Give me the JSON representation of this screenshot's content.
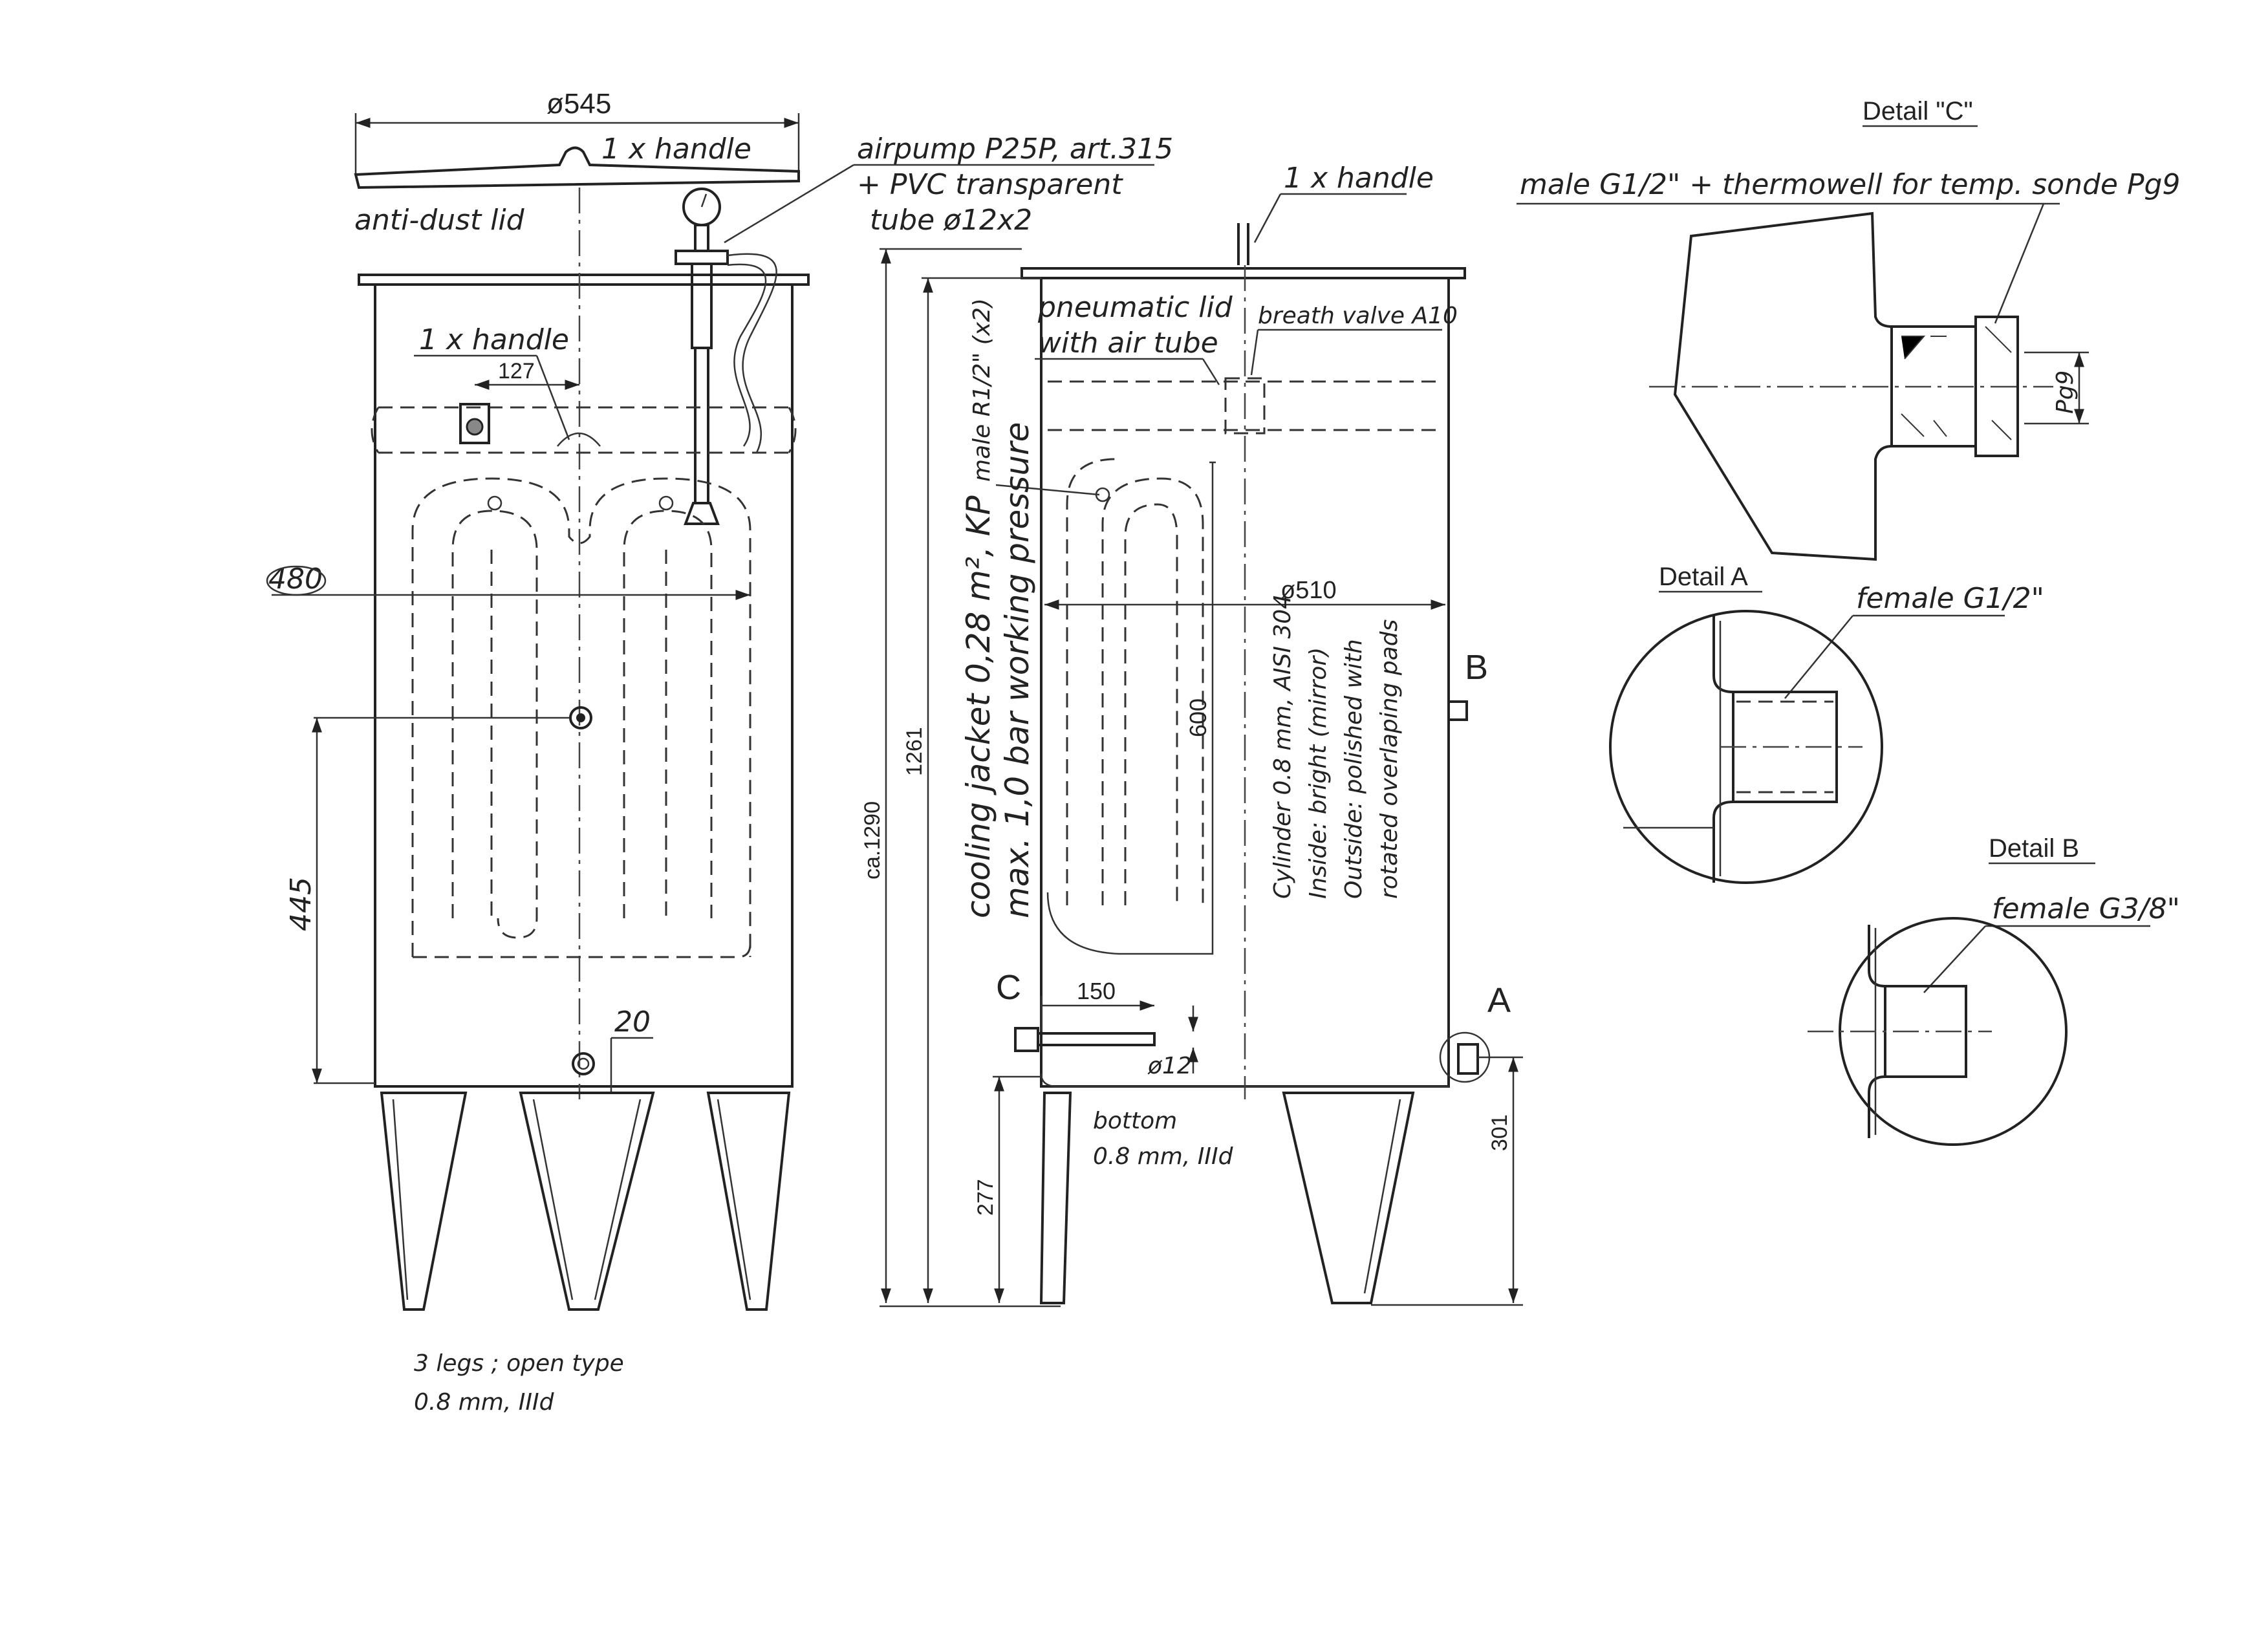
{
  "left_view": {
    "dim_lid_diameter": "ø545",
    "label_lid_handle": "1 x handle",
    "label_anti_dust_lid": "anti-dust lid",
    "label_airpump_line1": "airpump P25P, art.315",
    "label_airpump_line2": "+ PVC transparent",
    "label_airpump_line3": "tube ø12x2",
    "label_handle": "1 x handle",
    "dim_127": "127",
    "dim_480": "480",
    "dim_445": "445",
    "dim_20": "20",
    "label_legs_line1": "3 legs ; open type",
    "label_legs_line2": "0.8 mm, IIId"
  },
  "right_view": {
    "label_top_handle": "1 x handle",
    "label_pneumatic_line1": "pneumatic lid",
    "label_pneumatic_line2": "with air tube",
    "label_breath_valve": "breath valve  A10",
    "label_male_r12": "male R1/2\" (x2)",
    "label_jacket_line1": "cooling jacket 0,28 m², KP",
    "label_jacket_line2": "max. 1,0 bar working pressure",
    "dim_1290": "ca.1290",
    "dim_1261": "1261",
    "dim_600": "600",
    "dim_510": "ø510",
    "label_cyl_line1": "Cylinder 0.8 mm, AISI 304",
    "label_cyl_line2": "Inside: bright (mirror)",
    "label_cyl_line3": "Outside: polished with",
    "label_cyl_line4": "rotated overlaping pads",
    "marker_b": "B",
    "marker_a": "A",
    "marker_c": "C",
    "dim_150": "150",
    "dim_12": "ø12",
    "label_bottom_line1": "bottom",
    "label_bottom_line2": "0.8 mm, IIId",
    "dim_277": "277",
    "dim_301": "301"
  },
  "details": {
    "detail_c_title": "Detail \"C\"",
    "detail_c_label": "male G1/2\" + thermowell for temp. sonde Pg9",
    "detail_c_pg9": "Pg9",
    "detail_a_title": "Detail A",
    "detail_a_label": "female G1/2\"",
    "detail_b_title": "Detail B",
    "detail_b_label": "female G3/8\""
  }
}
